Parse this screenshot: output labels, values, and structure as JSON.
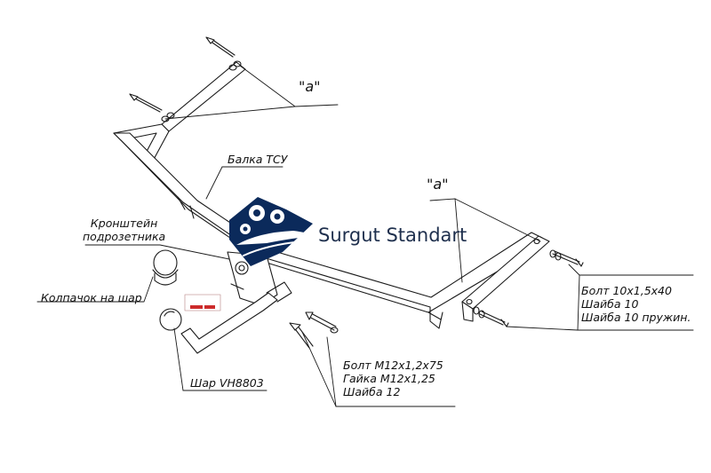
{
  "labels": {
    "beam": "Балка ТСУ",
    "bracket_line1": "Кронштейн",
    "bracket_line2": "подрозетника",
    "cap": "Колпачок на шар",
    "ball": "Шар VH8803",
    "a_top": "\"a\"",
    "a_right": "\"a\"",
    "right_hardware": [
      "Болт 10x1,5x40",
      "Шайба 10",
      "Шайба 10 пружин."
    ],
    "bottom_hardware": [
      "Болт M12x1,2x75",
      "Гайка M12x1,25",
      "Шайба 12"
    ]
  },
  "watermark": {
    "text": "Surgut Standart",
    "logo": "gears-car-logo",
    "colors": {
      "logo": "#0b2a5b",
      "text": "#1e2f4d"
    }
  },
  "icons": [
    "bolt-icon",
    "ball-cap-icon",
    "tow-ball-icon",
    "socket-bracket-icon"
  ],
  "colors": {
    "line": "#1a1a1a",
    "background": "#ffffff"
  }
}
